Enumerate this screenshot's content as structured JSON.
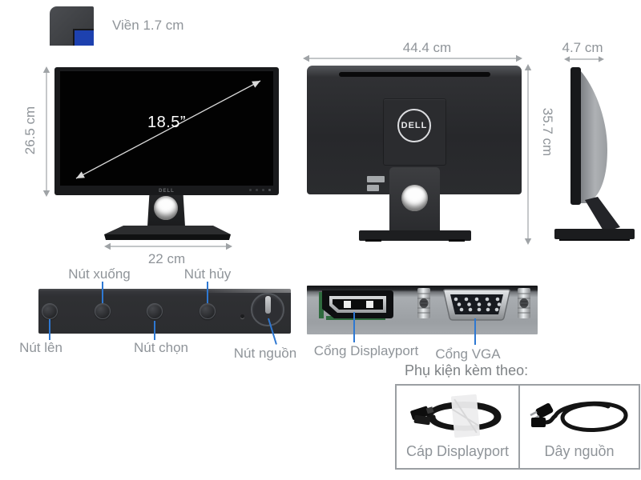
{
  "bezel_callout": {
    "label": "Viền 1.7 cm"
  },
  "front_view": {
    "screen_diagonal": "18.5”",
    "screen_height": "26.5 cm",
    "stand_width": "22 cm",
    "brand_logo": "DELL"
  },
  "back_view": {
    "body_width": "44.4 cm",
    "body_height": "35.7 cm",
    "brand_logo": "DELL"
  },
  "side_view": {
    "depth": "4.7 cm"
  },
  "control_buttons": {
    "up": "Nút lên",
    "down": "Nút xuống",
    "select": "Nút chọn",
    "cancel": "Nút hủy",
    "power": "Nút nguồn"
  },
  "ports": {
    "displayport": "Cổng  Displayport",
    "vga": "Cổng VGA"
  },
  "accessories": {
    "title": "Phụ kiện kèm theo:",
    "items": [
      {
        "label": "Cáp  Displayport"
      },
      {
        "label": "Dây nguồn"
      }
    ]
  },
  "colors": {
    "accent_blue": "#2e78d2",
    "screen_blue": "#1d41af",
    "label_gray": "#8f9499",
    "monitor_black": "#191a1c"
  }
}
